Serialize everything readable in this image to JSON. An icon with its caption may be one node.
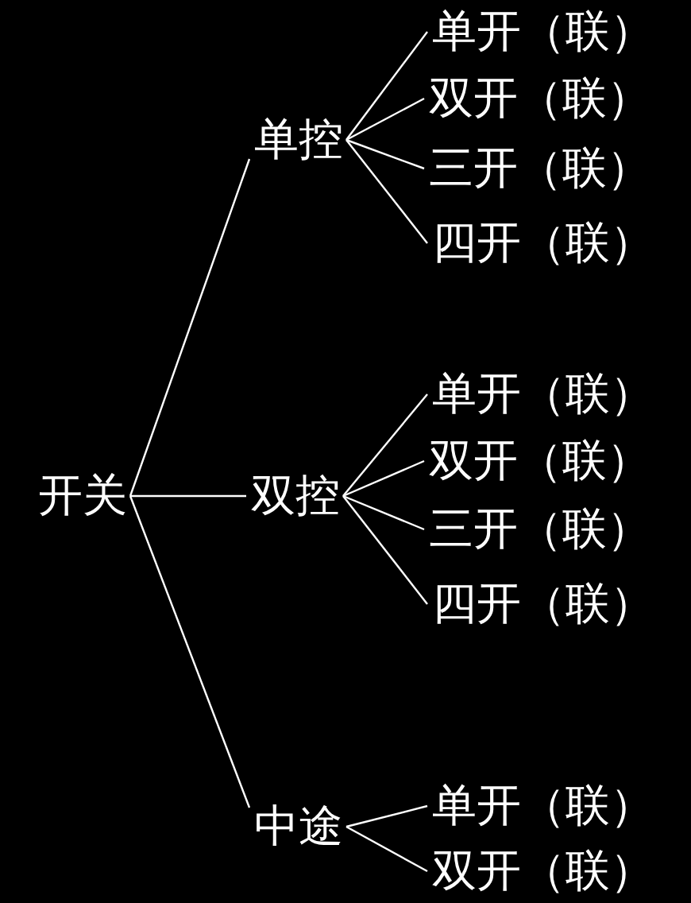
{
  "diagram": {
    "nodes": [
      {
        "text": [
          "开关"
        ]
      },
      {
        "text": [
          "单控"
        ]
      },
      {
        "text": [
          "单开（联）"
        ]
      },
      {
        "text": [
          "双开（联）"
        ]
      },
      {
        "text": [
          "三开（联）"
        ]
      },
      {
        "text": [
          "四开（联）"
        ]
      },
      {
        "text": [
          "双控"
        ]
      },
      {
        "text": [
          "单开（联）"
        ]
      },
      {
        "text": [
          "双开（联）"
        ]
      },
      {
        "text": [
          "三开（联）"
        ]
      },
      {
        "text": [
          "四开（联）"
        ]
      },
      {
        "text": [
          "中途"
        ]
      },
      {
        "text": [
          "单开（联）"
        ]
      },
      {
        "text": [
          "双开（联）"
        ]
      }
    ],
    "edges": [
      {
        "from": 0,
        "to": 1,
        "arrow": "none"
      },
      {
        "from": 1,
        "to": 2,
        "arrow": "none"
      },
      {
        "from": 1,
        "to": 3,
        "arrow": "none"
      },
      {
        "from": 1,
        "to": 4,
        "arrow": "none"
      },
      {
        "from": 1,
        "to": 5,
        "arrow": "none"
      },
      {
        "from": 0,
        "to": 6,
        "arrow": "none"
      },
      {
        "from": 6,
        "to": 7,
        "arrow": "none"
      },
      {
        "from": 6,
        "to": 8,
        "arrow": "none"
      },
      {
        "from": 6,
        "to": 9,
        "arrow": "none"
      },
      {
        "from": 6,
        "to": 10,
        "arrow": "none"
      },
      {
        "from": 0,
        "to": 11,
        "arrow": "none"
      },
      {
        "from": 11,
        "to": 12,
        "arrow": "none"
      },
      {
        "from": 11,
        "to": 13,
        "arrow": "none"
      }
    ]
  }
}
